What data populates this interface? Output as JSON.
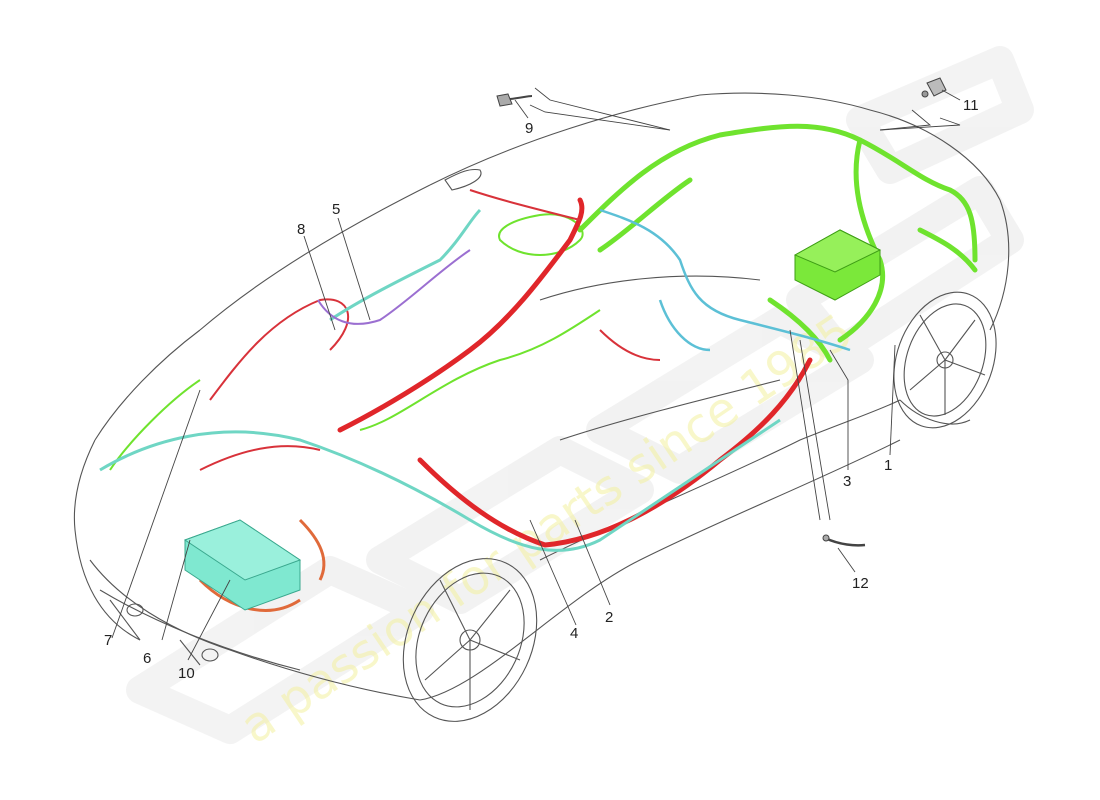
{
  "diagram": {
    "subject": "Vehicle main wiring harness exploded view",
    "colors": {
      "outline": "#555555",
      "harness_green": "#6fe32e",
      "harness_red": "#e0262a",
      "harness_teal": "#6fd6c4",
      "harness_blue": "#5cc0d6",
      "harness_purple": "#9b6fd1",
      "harness_orange": "#e06a3a",
      "module_teal": "#7fe8d0",
      "module_green": "#7be83a",
      "watermark": "#f1ef9a"
    },
    "watermark": {
      "text": "a passion for parts since 1985"
    },
    "callouts": [
      {
        "id": "1",
        "label": "1"
      },
      {
        "id": "2",
        "label": "2"
      },
      {
        "id": "3",
        "label": "3"
      },
      {
        "id": "4",
        "label": "4"
      },
      {
        "id": "5",
        "label": "5"
      },
      {
        "id": "6",
        "label": "6"
      },
      {
        "id": "7",
        "label": "7"
      },
      {
        "id": "8",
        "label": "8"
      },
      {
        "id": "9",
        "label": "9"
      },
      {
        "id": "10",
        "label": "10"
      },
      {
        "id": "11",
        "label": "11"
      },
      {
        "id": "12",
        "label": "12"
      }
    ]
  }
}
